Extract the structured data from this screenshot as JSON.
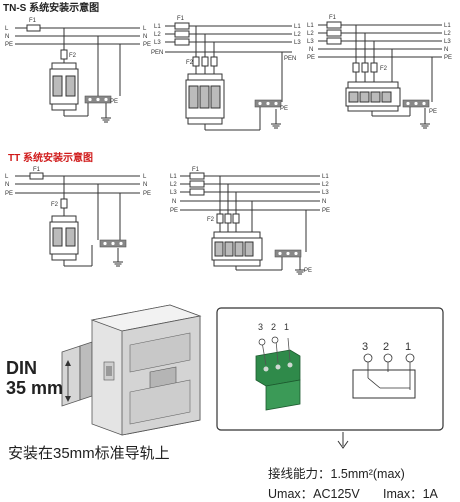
{
  "tns_title": "TN-S 系统安装示意图",
  "tt_title": "TT 系统安装示意图",
  "labels": {
    "l": "L",
    "n": "N",
    "pe": "PE",
    "pen": "PEN",
    "l1": "L1",
    "l2": "L2",
    "l3": "L3",
    "f1": "F1",
    "f2": "F2"
  },
  "din_line1": "DIN",
  "din_line2": "35 mm",
  "install_caption": "安装在35mm标准导轨上",
  "terminal_numbers": [
    "3",
    "2",
    "1"
  ],
  "wiring_capacity": "接线能力：1.5mm²(max)",
  "umax": "Umax：AC125V",
  "imax": "Imax：1A"
}
